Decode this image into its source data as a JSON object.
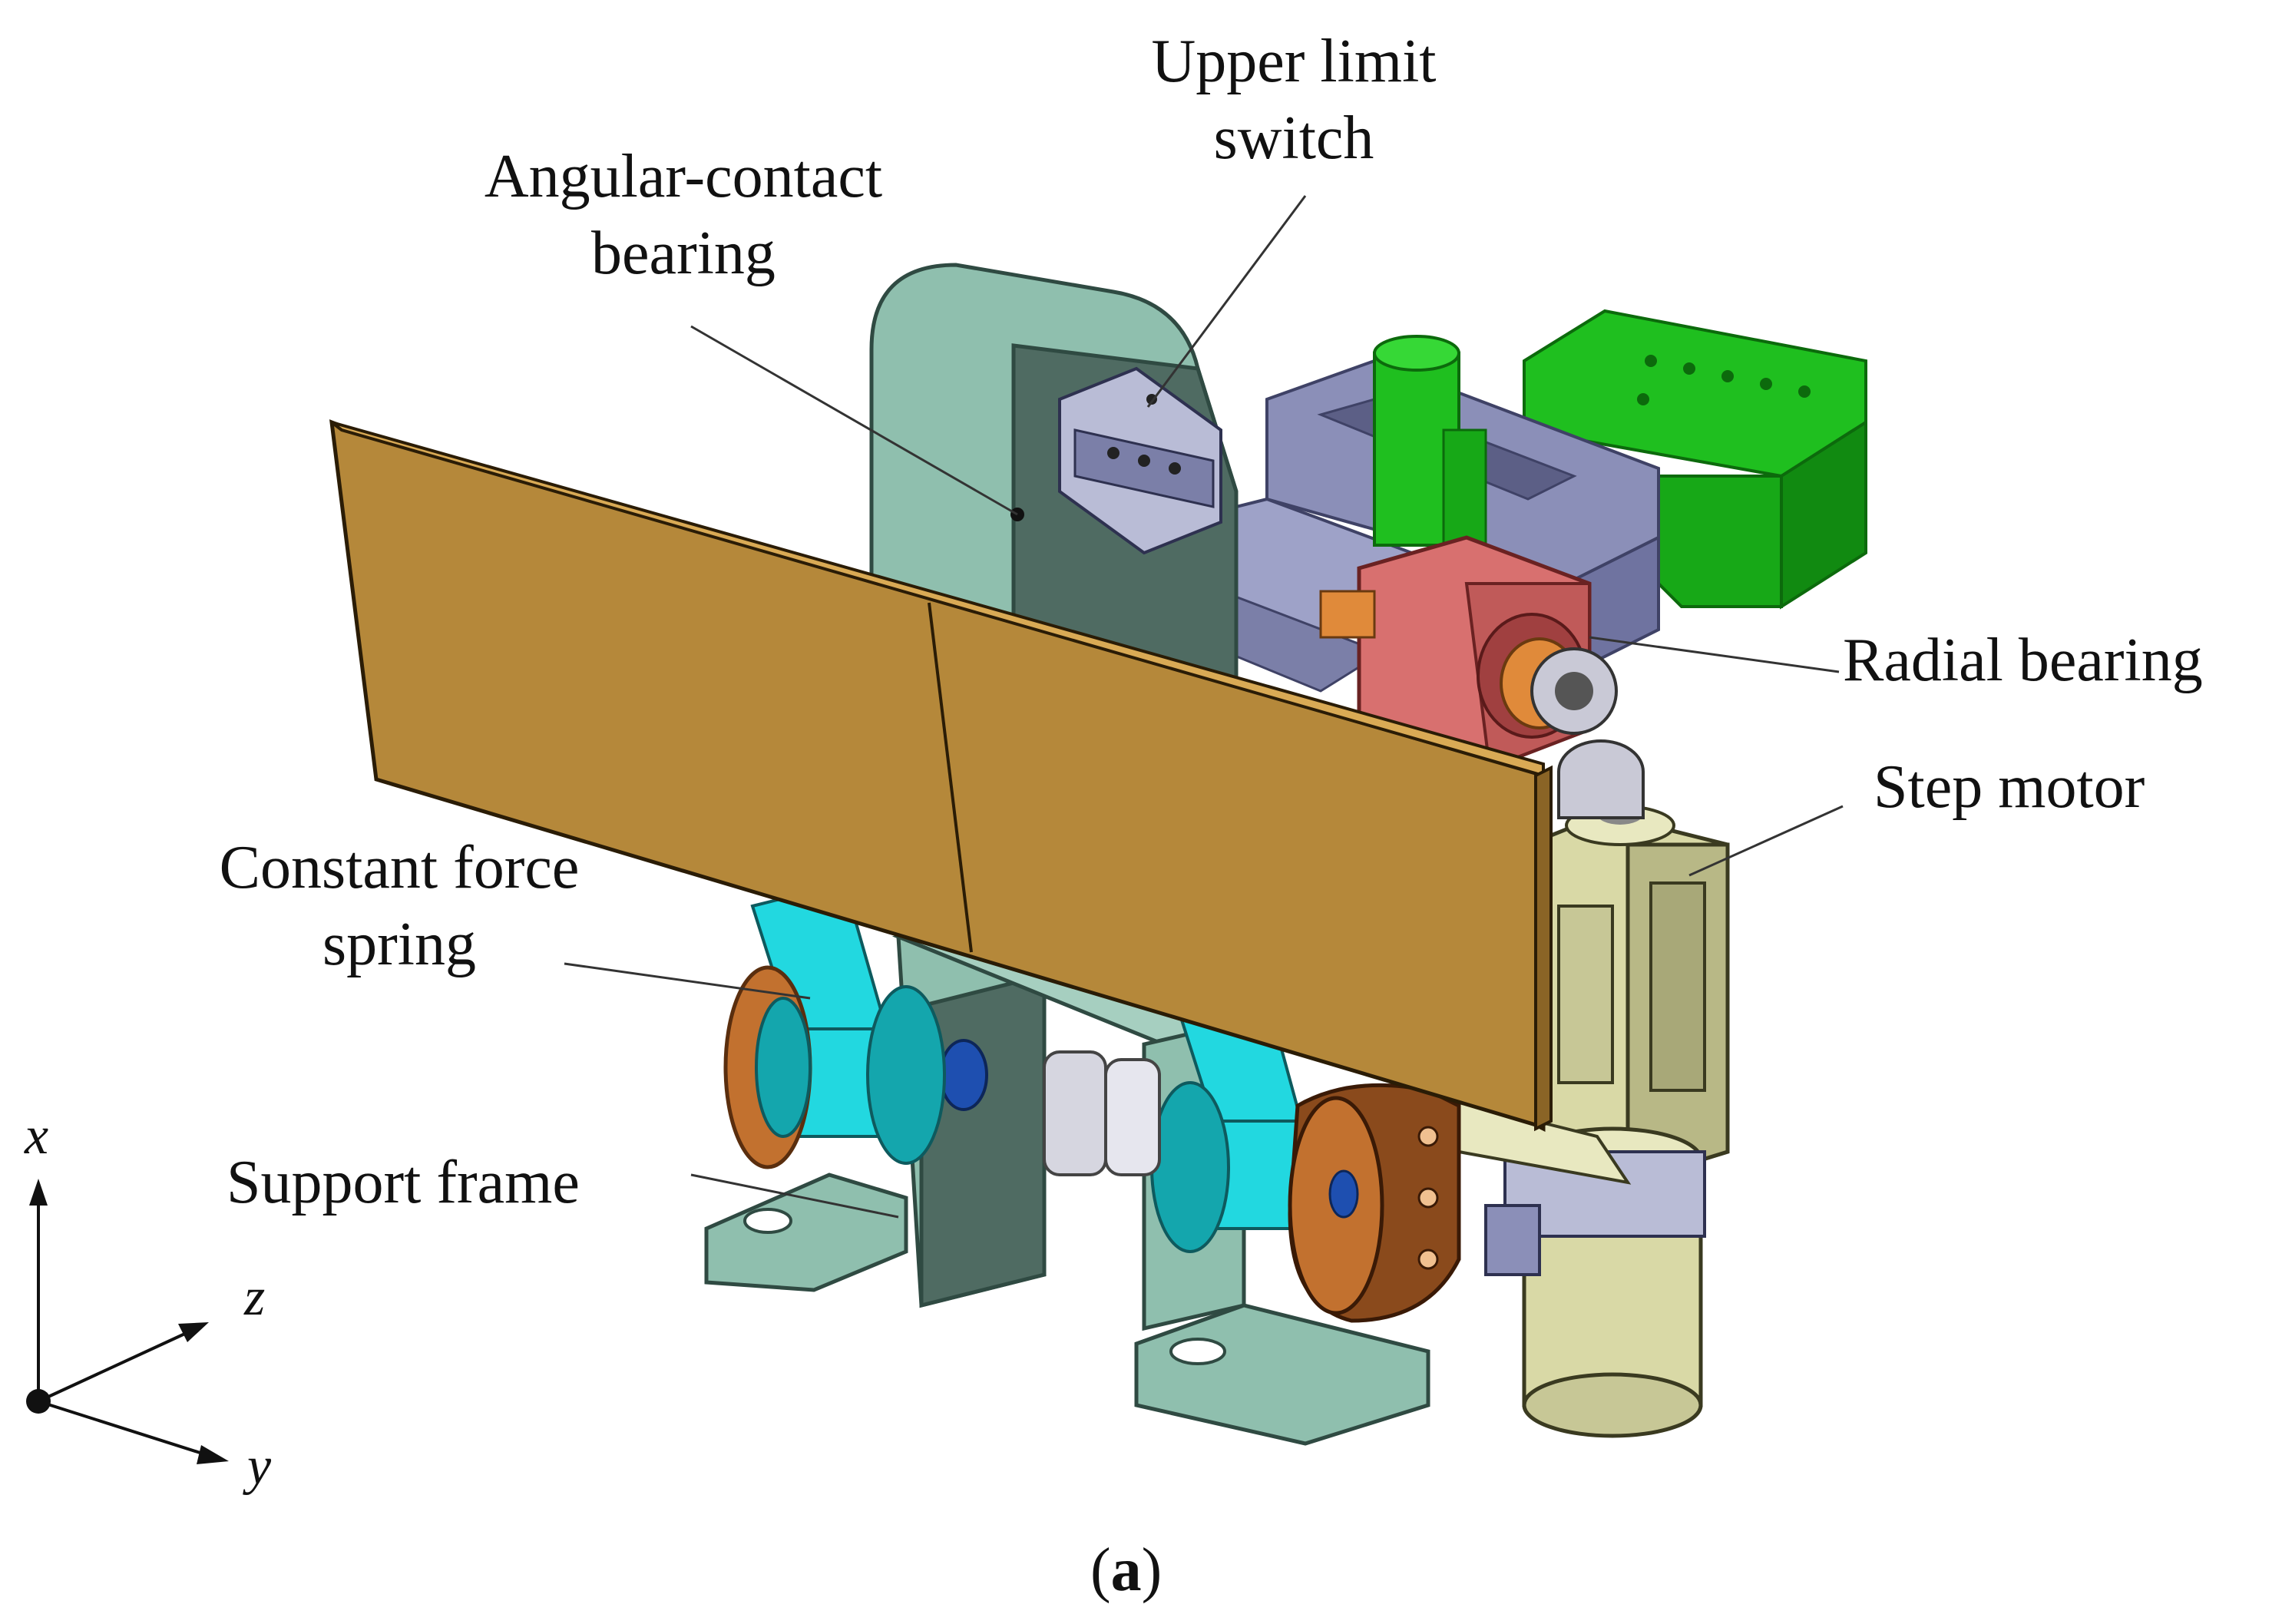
{
  "labels": {
    "upper_limit_switch": [
      "Upper limit",
      "switch"
    ],
    "angular_contact_bearing": [
      "Angular-contact",
      "bearing"
    ],
    "radial_bearing": "Radial bearing",
    "step_motor": "Step motor",
    "constant_force_spring": [
      "Constant force",
      "spring"
    ],
    "support_frame": "Support frame"
  },
  "axes": {
    "x": "x",
    "y": "y",
    "z": "z"
  },
  "caption": {
    "open": "(",
    "letter": "a",
    "close": ")"
  },
  "colors": {
    "frame": "#8fbfae",
    "frame_dark": "#4f6b62",
    "plate": "#b5883a",
    "plate_light": "#c99b4a",
    "arm": "#8b8fb8",
    "arm_dark": "#5c5f86",
    "green": "#1fbf1f",
    "green_dark": "#118a11",
    "red_bearing": "#d8706f",
    "motor": "#d9d9a6",
    "motor_dark": "#a8a878",
    "spring": "#22d8e0",
    "spring_dark": "#14a6ad",
    "copper": "#c2712f",
    "copper_dark": "#8a4a1c",
    "leader": "#333333"
  }
}
